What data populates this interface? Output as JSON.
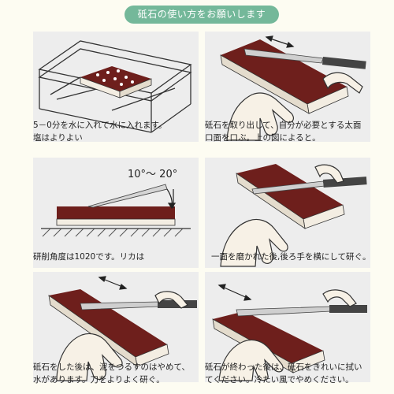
{
  "header": {
    "title": "砥石の使い方をお願いします"
  },
  "steps": [
    {
      "lines": [
        "5－0分を水に入れて水に入れます。",
        "塩はよりよい"
      ]
    },
    {
      "lines": [
        "砥石を取り出して、自分が必要とする太面",
        "口面を口ぶ。上の図によると。"
      ]
    },
    {
      "lines": [
        "研削角度は1020です。リカは"
      ],
      "angle_label": "10°～ 20°"
    },
    {
      "lines": [
        "一面を磨かれた後,後ろ手を横にして研ぐ。"
      ]
    },
    {
      "lines": [
        "砥石をした後は、泥をつるすのはやめて、",
        "水があります。刀をよりよく研ぐ。"
      ]
    },
    {
      "lines": [
        "砥石が終わった後は、砥石をきれいに拭い",
        "てください。冷たい風でやめください。"
      ]
    }
  ],
  "colors": {
    "title_bg": "#74b89a",
    "page_bg": "#fdfcf2",
    "panel_bg": "#ededed",
    "stone_top": "#6e1f1c",
    "stone_base": "#f3ede2"
  },
  "icons": [
    "tub-icon",
    "hand-icon",
    "knife-icon",
    "whetstone-icon",
    "arrow-icon"
  ]
}
